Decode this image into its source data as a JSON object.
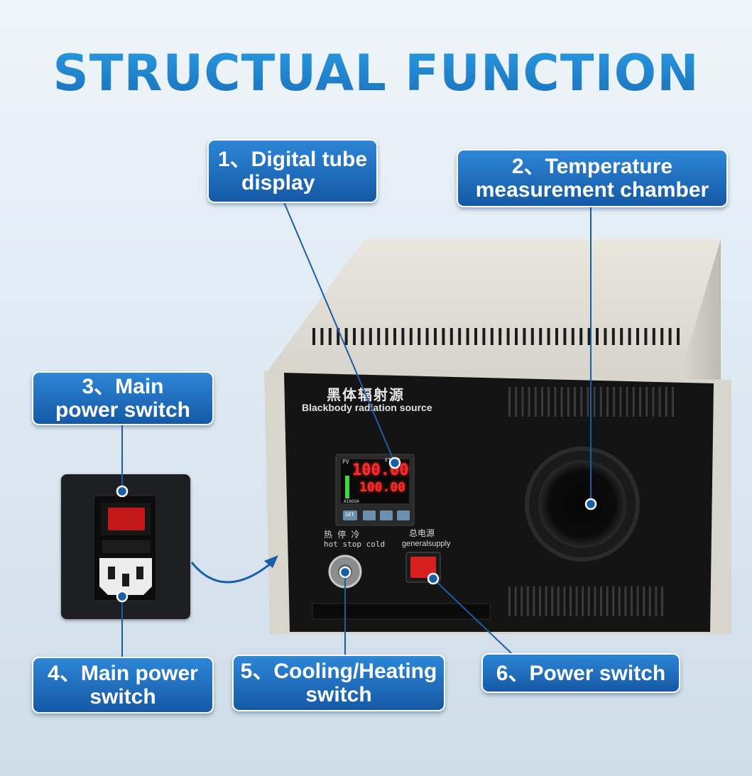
{
  "title": "STRUCTUAL FUNCTION",
  "callouts": [
    {
      "id": 1,
      "lines": [
        "1、Digital tube",
        "display"
      ]
    },
    {
      "id": 2,
      "lines": [
        "2、Temperature",
        "measurement chamber"
      ]
    },
    {
      "id": 3,
      "lines": [
        "3、Main",
        "power switch"
      ]
    },
    {
      "id": 4,
      "lines": [
        "4、Main power",
        "switch"
      ]
    },
    {
      "id": 5,
      "lines": [
        "5、Cooling/Heating",
        "switch"
      ]
    },
    {
      "id": 6,
      "lines": [
        "6、Power switch"
      ]
    }
  ],
  "device": {
    "name_cn": "黑体辐射源",
    "name_en": "Blackbody radiation source",
    "display_pv": "100.00",
    "display_sv": "100.00",
    "display_pv_label": "PV",
    "display_brand": "ETSHO",
    "display_model": "AI6OVA",
    "display_set_label": "SET",
    "switch_labels_cn": "热 停 冷",
    "switch_labels_en": "hot stop cold",
    "supply_label_cn": "总电源",
    "supply_label_en": "generalsupply"
  },
  "colors": {
    "callout_blue": "#1f6fc0",
    "title_blue": "#1f86d4",
    "display_red": "#ff2a2a",
    "switch_red": "#d62020"
  }
}
